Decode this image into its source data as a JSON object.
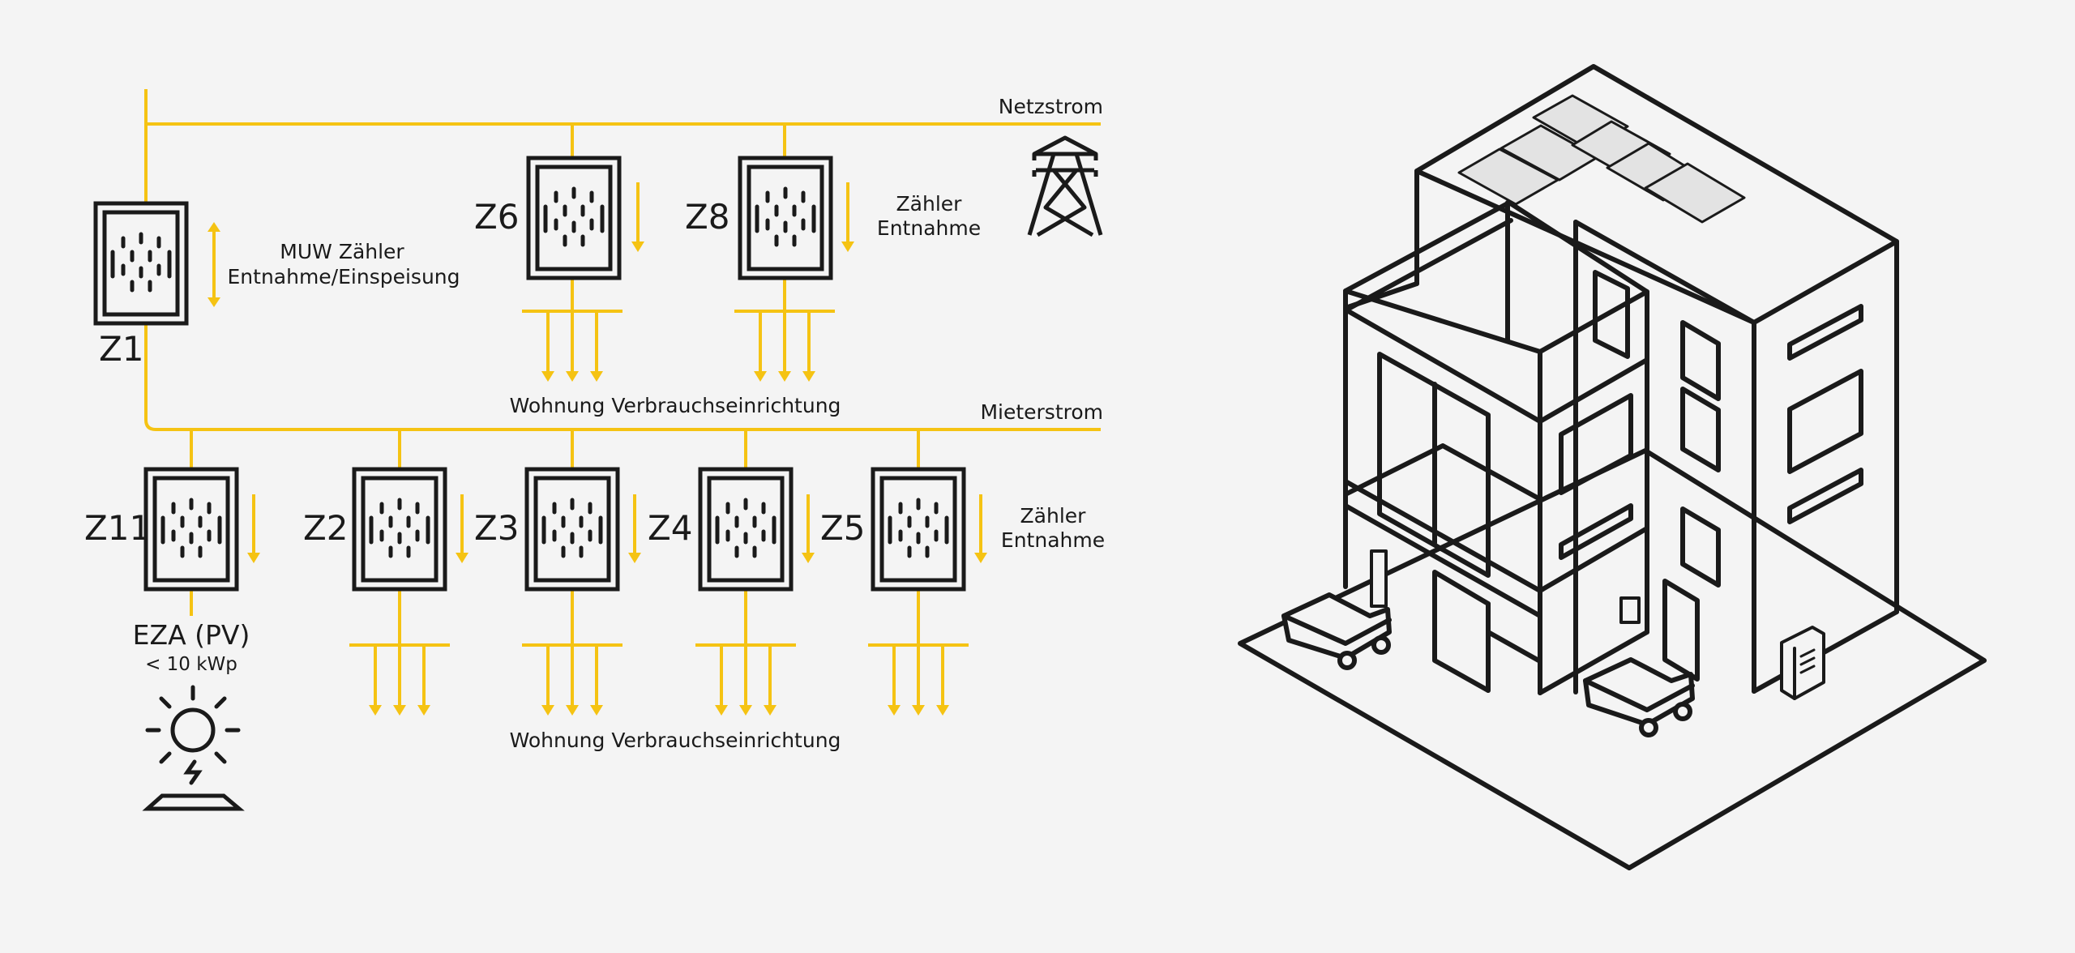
{
  "colors": {
    "background": "#f4f4f4",
    "line": "#f5c313",
    "ink": "#1a1a1a",
    "panel": "#e3e3e3"
  },
  "labels": {
    "netzstrom": "Netzstrom",
    "mieterstrom": "Mieterstrom",
    "muw_line1": "MUW Zähler",
    "muw_line2": "Entnahme/Einspeisung",
    "zaehler": "Zähler",
    "entnahme": "Entnahme",
    "wohnung": "Wohnung Verbrauchseinrichtung",
    "eza": "EZA (PV)",
    "eza_power": "< 10 kWp"
  },
  "meters": {
    "z1": "Z1",
    "z6": "Z6",
    "z8": "Z8",
    "z11": "Z11",
    "z2": "Z2",
    "z3": "Z3",
    "z4": "Z4",
    "z5": "Z5"
  },
  "icons": {
    "tower": "power-tower-icon",
    "sun": "solar-sun-icon",
    "building": "building-illustration"
  }
}
